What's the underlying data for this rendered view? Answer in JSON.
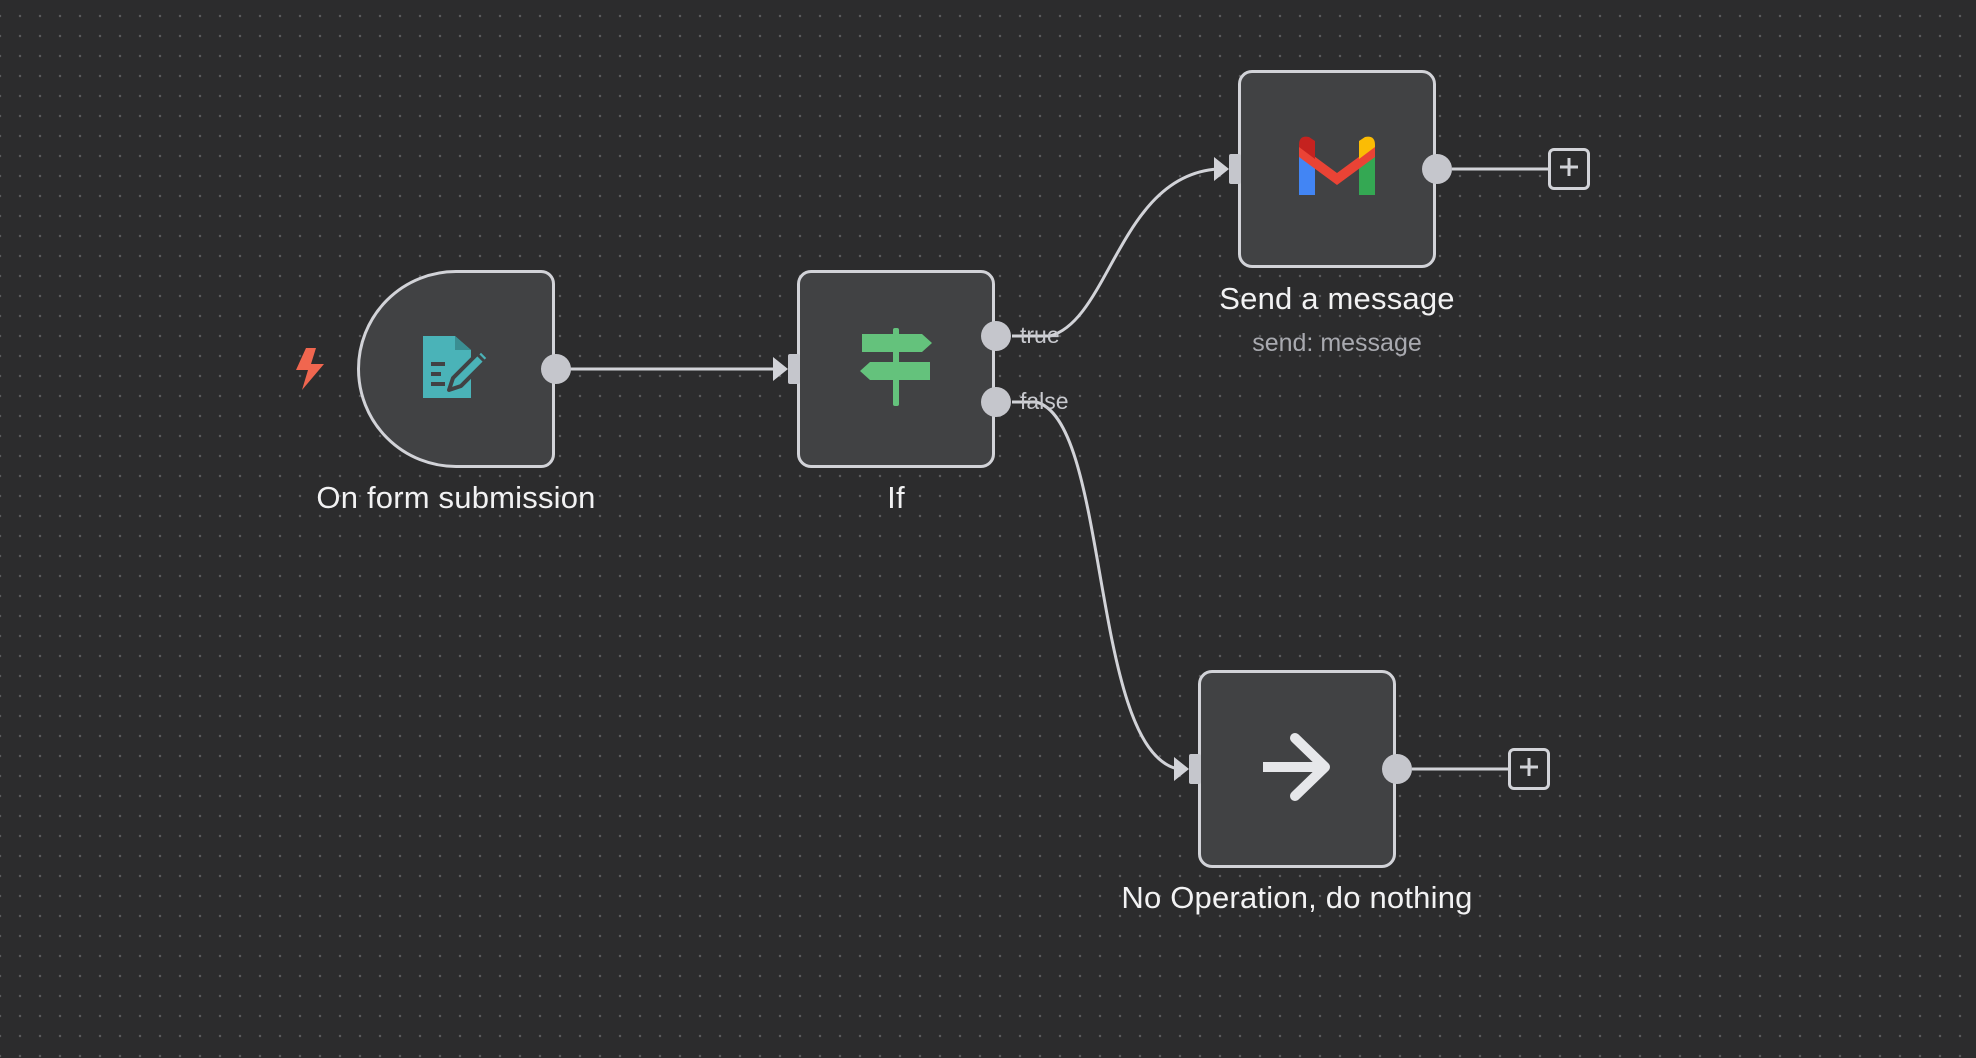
{
  "canvas": {
    "background": "#2c2c2d",
    "dot_color": "#5a5a5c"
  },
  "nodes": {
    "form_trigger": {
      "title": "On form submission",
      "icon": "form-edit-icon",
      "icon_color": "#4ab3b8",
      "is_trigger": true,
      "trigger_icon": "lightning-bolt-icon",
      "trigger_color": "#f0664f"
    },
    "if": {
      "title": "If",
      "icon": "signpost-icon",
      "icon_color": "#64c27c",
      "branches": {
        "true_label": "true",
        "false_label": "false"
      }
    },
    "gmail": {
      "title": "Send a message",
      "subtitle": "send: message",
      "icon": "gmail-icon"
    },
    "noop": {
      "title": "No Operation, do nothing",
      "icon": "arrow-right-icon"
    }
  },
  "colors": {
    "node_fill": "#414244",
    "node_border": "#d2d3d8",
    "edge": "#d2d3d8",
    "handle": "#c5c6cc",
    "text": "#f2f2f3",
    "subtext": "#a9aab0"
  }
}
